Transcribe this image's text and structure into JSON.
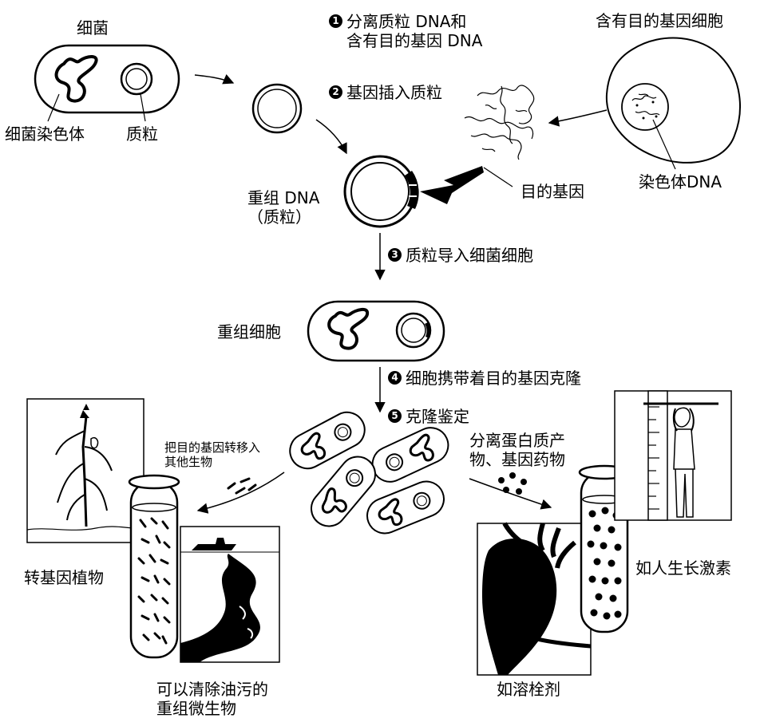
{
  "labels": {
    "bacterium": "细菌",
    "bacterial_chromosome": "细菌染色体",
    "plasmid": "质粒",
    "cell_with_gene": "含有目的基因细胞",
    "chromosome_dna": "染色体DNA",
    "target_gene": "目的基因",
    "recombinant_dna": "重组 DNA\n（质粒）",
    "recombinant_cell": "重组细胞",
    "transfer_to_other": "把目的基因转移入\n其他生物",
    "transgenic_plant": "转基因植物",
    "oil_cleaning_microbe": "可以清除油污的\n重组微生物",
    "separate_protein": "分离蛋白质产\n物、基因药物",
    "thrombolytic": "如溶栓剂",
    "growth_hormone": "如人生长激素"
  },
  "steps": [
    {
      "num": "1",
      "text": "分离质粒 DNA和\n含有目的基因 DNA"
    },
    {
      "num": "2",
      "text": "基因插入质粒"
    },
    {
      "num": "3",
      "text": "质粒导入细菌细胞"
    },
    {
      "num": "4",
      "text": "细胞携带着目的基因克隆"
    },
    {
      "num": "5",
      "text": "克隆鉴定"
    }
  ]
}
